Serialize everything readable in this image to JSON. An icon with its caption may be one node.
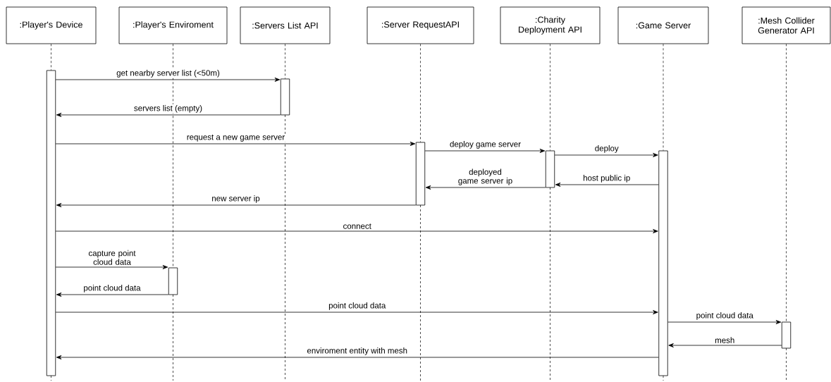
{
  "diagram": {
    "nodes": [
      {
        "text": [
          ":Player's Device"
        ]
      },
      {
        "text": [
          ":Player's Enviroment"
        ]
      },
      {
        "text": [
          ":Servers List API"
        ]
      },
      {
        "text": [
          ":Server RequestAPI"
        ]
      },
      {
        "text": [
          ":Charity Deployment API"
        ]
      },
      {
        "text": [
          ":Game Server"
        ]
      },
      {
        "text": [
          ":Mesh Collider Generator API"
        ]
      },
      {
        "text": [],
        "shape": "bar"
      },
      {
        "text": [],
        "shape": "bar"
      },
      {
        "text": [],
        "shape": "bar"
      },
      {
        "text": [],
        "shape": "bar"
      },
      {
        "text": [],
        "shape": "bar"
      },
      {
        "text": [],
        "shape": "bar"
      },
      {
        "text": [],
        "shape": "bar"
      }
    ],
    "edges": [
      {
        "from": 7,
        "to": 8,
        "arrow": "to",
        "label": "get nearby server list (<50m)"
      },
      {
        "from": 8,
        "to": 7,
        "arrow": "to",
        "label": "servers list (empty)"
      },
      {
        "from": 7,
        "to": 9,
        "arrow": "to",
        "label": "request a new game server"
      },
      {
        "from": 9,
        "to": 10,
        "arrow": "to",
        "label": "deploy game server"
      },
      {
        "from": 10,
        "to": 11,
        "arrow": "to",
        "label": "deploy"
      },
      {
        "from": 11,
        "to": 10,
        "arrow": "to",
        "label": "host public ip"
      },
      {
        "from": 10,
        "to": 9,
        "arrow": "to",
        "label": "deployed game server ip"
      },
      {
        "from": 9,
        "to": 7,
        "arrow": "to",
        "label": "new server ip"
      },
      {
        "from": 7,
        "to": 11,
        "arrow": "to",
        "label": "connect"
      },
      {
        "from": 7,
        "to": 12,
        "arrow": "to",
        "label": "capture point cloud data"
      },
      {
        "from": 12,
        "to": 7,
        "arrow": "to",
        "label": "point cloud data"
      },
      {
        "from": 7,
        "to": 11,
        "arrow": "to",
        "label": "point cloud data"
      },
      {
        "from": 11,
        "to": 13,
        "arrow": "to",
        "label": "point cloud data"
      },
      {
        "from": 13,
        "to": 11,
        "arrow": "to",
        "label": "mesh"
      },
      {
        "from": 11,
        "to": 7,
        "arrow": "to",
        "label": "enviroment entity with mesh"
      },
      {
        "from": 0,
        "to": 7,
        "arrow": "none",
        "style": "dashed"
      },
      {
        "from": 1,
        "to": 12,
        "arrow": "none",
        "style": "dashed"
      },
      {
        "from": 2,
        "to": 8,
        "arrow": "none",
        "style": "dashed"
      },
      {
        "from": 3,
        "to": 9,
        "arrow": "none",
        "style": "dashed"
      },
      {
        "from": 4,
        "to": 10,
        "arrow": "none",
        "style": "dashed"
      },
      {
        "from": 5,
        "to": 11,
        "arrow": "none",
        "style": "dashed"
      },
      {
        "from": 6,
        "to": 13,
        "arrow": "none",
        "style": "dashed"
      }
    ]
  }
}
